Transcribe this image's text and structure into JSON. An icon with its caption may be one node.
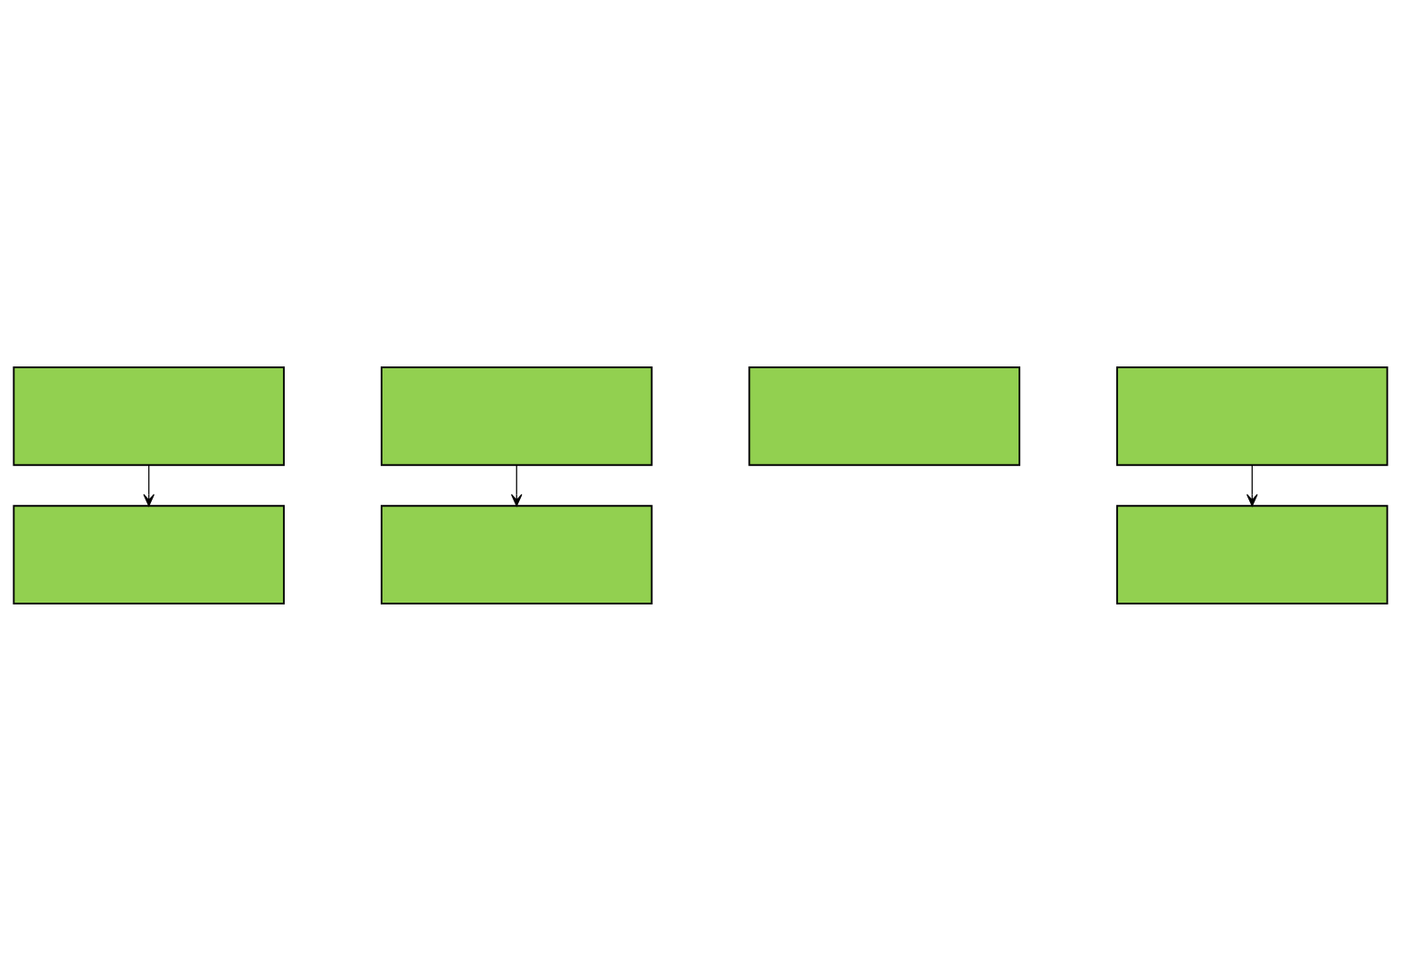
{
  "diagram": {
    "nodes": [
      {
        "text": [],
        "shape": "box"
      },
      {
        "text": [],
        "shape": "box"
      },
      {
        "text": [],
        "shape": "box"
      },
      {
        "text": [],
        "shape": "box"
      },
      {
        "text": [],
        "shape": "box"
      },
      {
        "text": [],
        "shape": "box"
      },
      {
        "text": [],
        "shape": "box"
      }
    ],
    "edges": [
      {
        "from": 0,
        "to": 1,
        "arrow": "to"
      },
      {
        "from": 2,
        "to": 3,
        "arrow": "to"
      },
      {
        "from": 5,
        "to": 6,
        "arrow": "to"
      }
    ]
  }
}
